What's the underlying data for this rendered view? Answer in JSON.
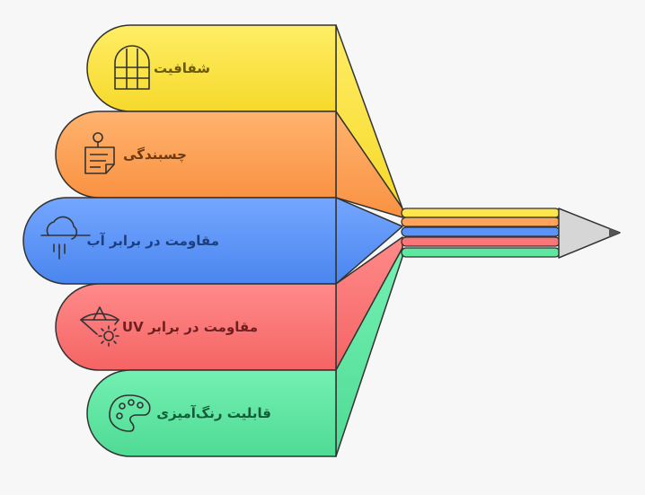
{
  "items": [
    {
      "label": "شفافیت",
      "icon": "window-icon",
      "fill": "#fde54b",
      "text_color": "#6b5a00"
    },
    {
      "label": "چسبندگی",
      "icon": "sticky-note-icon",
      "fill": "#fda35b",
      "text_color": "#6b3a12"
    },
    {
      "label": "مقاومت در برابر آب",
      "icon": "rain-cloud-icon",
      "fill": "#5b93f7",
      "text_color": "#1d3f7d"
    },
    {
      "label": "مقاومت در برابر UV",
      "icon": "sun-shield-icon",
      "fill": "#fb7676",
      "text_color": "#6e1f1f"
    },
    {
      "label": "قابلیت رنگ‌آمیزی",
      "icon": "palette-icon",
      "fill": "#5fe6a1",
      "text_color": "#145c38"
    }
  ],
  "pencil": {
    "wood_color": "#d6d6d6",
    "lead_color": "#555555"
  }
}
